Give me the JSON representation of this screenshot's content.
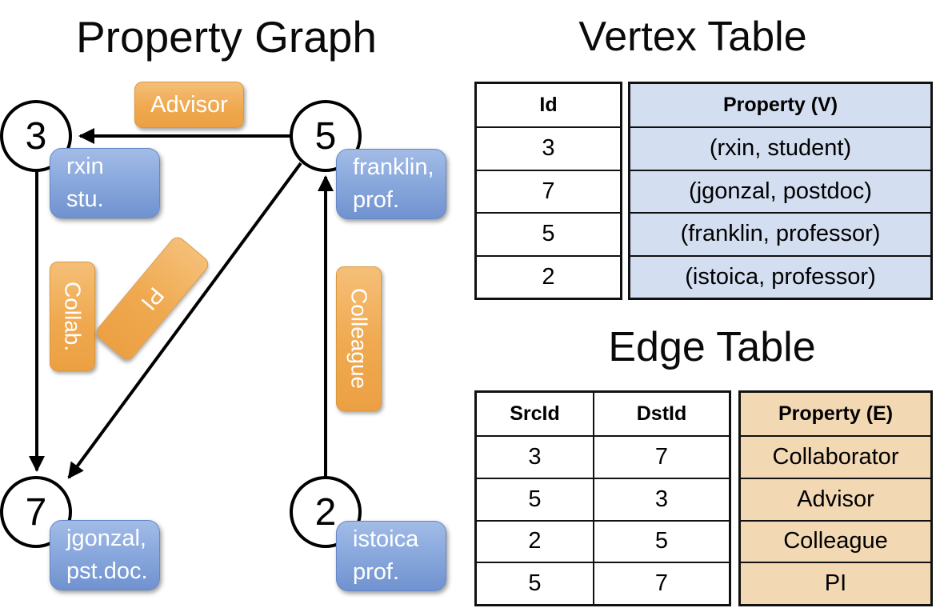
{
  "graph": {
    "title": "Property Graph",
    "vertices": [
      {
        "id": "3",
        "label_lines": [
          "rxin",
          "stu."
        ]
      },
      {
        "id": "5",
        "label_lines": [
          "franklin,",
          "prof."
        ]
      },
      {
        "id": "7",
        "label_lines": [
          "jgonzal,",
          "pst.doc."
        ]
      },
      {
        "id": "2",
        "label_lines": [
          "istoica",
          "prof."
        ]
      }
    ],
    "edge_labels": {
      "advisor": "Advisor",
      "collab": "Collab.",
      "pi": "PI",
      "colleague": "Colleague"
    }
  },
  "vertex_table": {
    "title": "Vertex Table",
    "columns": {
      "id": "Id",
      "property": "Property (V)"
    },
    "rows": [
      {
        "id": "3",
        "property": "(rxin, student)"
      },
      {
        "id": "7",
        "property": "(jgonzal, postdoc)"
      },
      {
        "id": "5",
        "property": "(franklin, professor)"
      },
      {
        "id": "2",
        "property": "(istoica, professor)"
      }
    ]
  },
  "edge_table": {
    "title": "Edge Table",
    "columns": {
      "src": "SrcId",
      "dst": "DstId",
      "property": "Property (E)"
    },
    "rows": [
      {
        "src": "3",
        "dst": "7",
        "property": "Collaborator"
      },
      {
        "src": "5",
        "dst": "3",
        "property": "Advisor"
      },
      {
        "src": "2",
        "dst": "5",
        "property": "Colleague"
      },
      {
        "src": "5",
        "dst": "7",
        "property": "PI"
      }
    ]
  },
  "colors": {
    "edge_label_orange": "#efa94f",
    "vertex_label_blue": "#8aa9dd",
    "vertex_cell_blue": "#d3def0",
    "edge_cell_tan": "#f3d8b4",
    "line_black": "#000000"
  }
}
